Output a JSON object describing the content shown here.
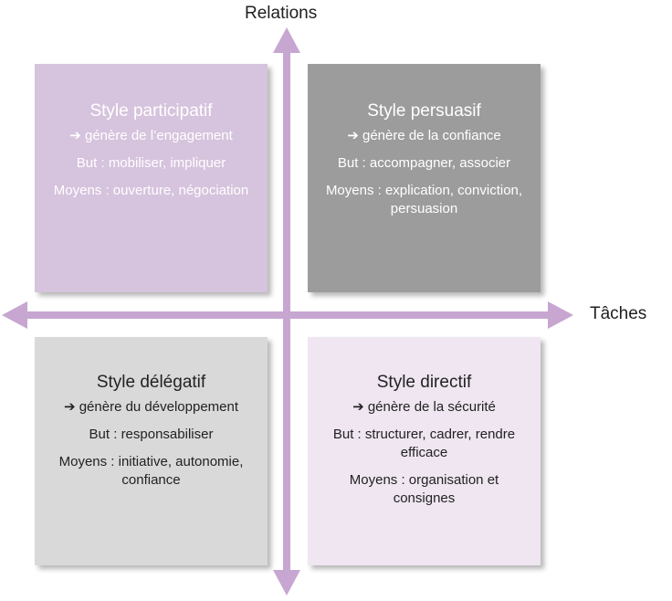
{
  "axes": {
    "vertical_label": "Relations",
    "horizontal_label": "Tâches",
    "color": "#c7a6d1"
  },
  "quadrants": {
    "top_left": {
      "title": "Style participatif",
      "effect": "➔ génère de l’engagement",
      "goal": "But : mobiliser, impliquer",
      "means": "Moyens : ouverture, négociation",
      "color": "#d6c3dd"
    },
    "top_right": {
      "title": "Style persuasif",
      "effect": "➔ génère de la confiance",
      "goal": "But : accompagner, associer",
      "means": "Moyens : explication, conviction, persuasion",
      "color": "#9c9c9c"
    },
    "bottom_left": {
      "title": "Style délégatif",
      "effect": "➔ génère du développement",
      "goal": "But : responsabiliser",
      "means": "Moyens : initiative, autonomie, confiance",
      "color": "#d9d9d9"
    },
    "bottom_right": {
      "title": "Style directif",
      "effect": "➔ génère de la sécurité",
      "goal": "But : structurer, cadrer, rendre efficace",
      "means": "Moyens : organisation et consignes",
      "color": "#efe6f1"
    }
  }
}
